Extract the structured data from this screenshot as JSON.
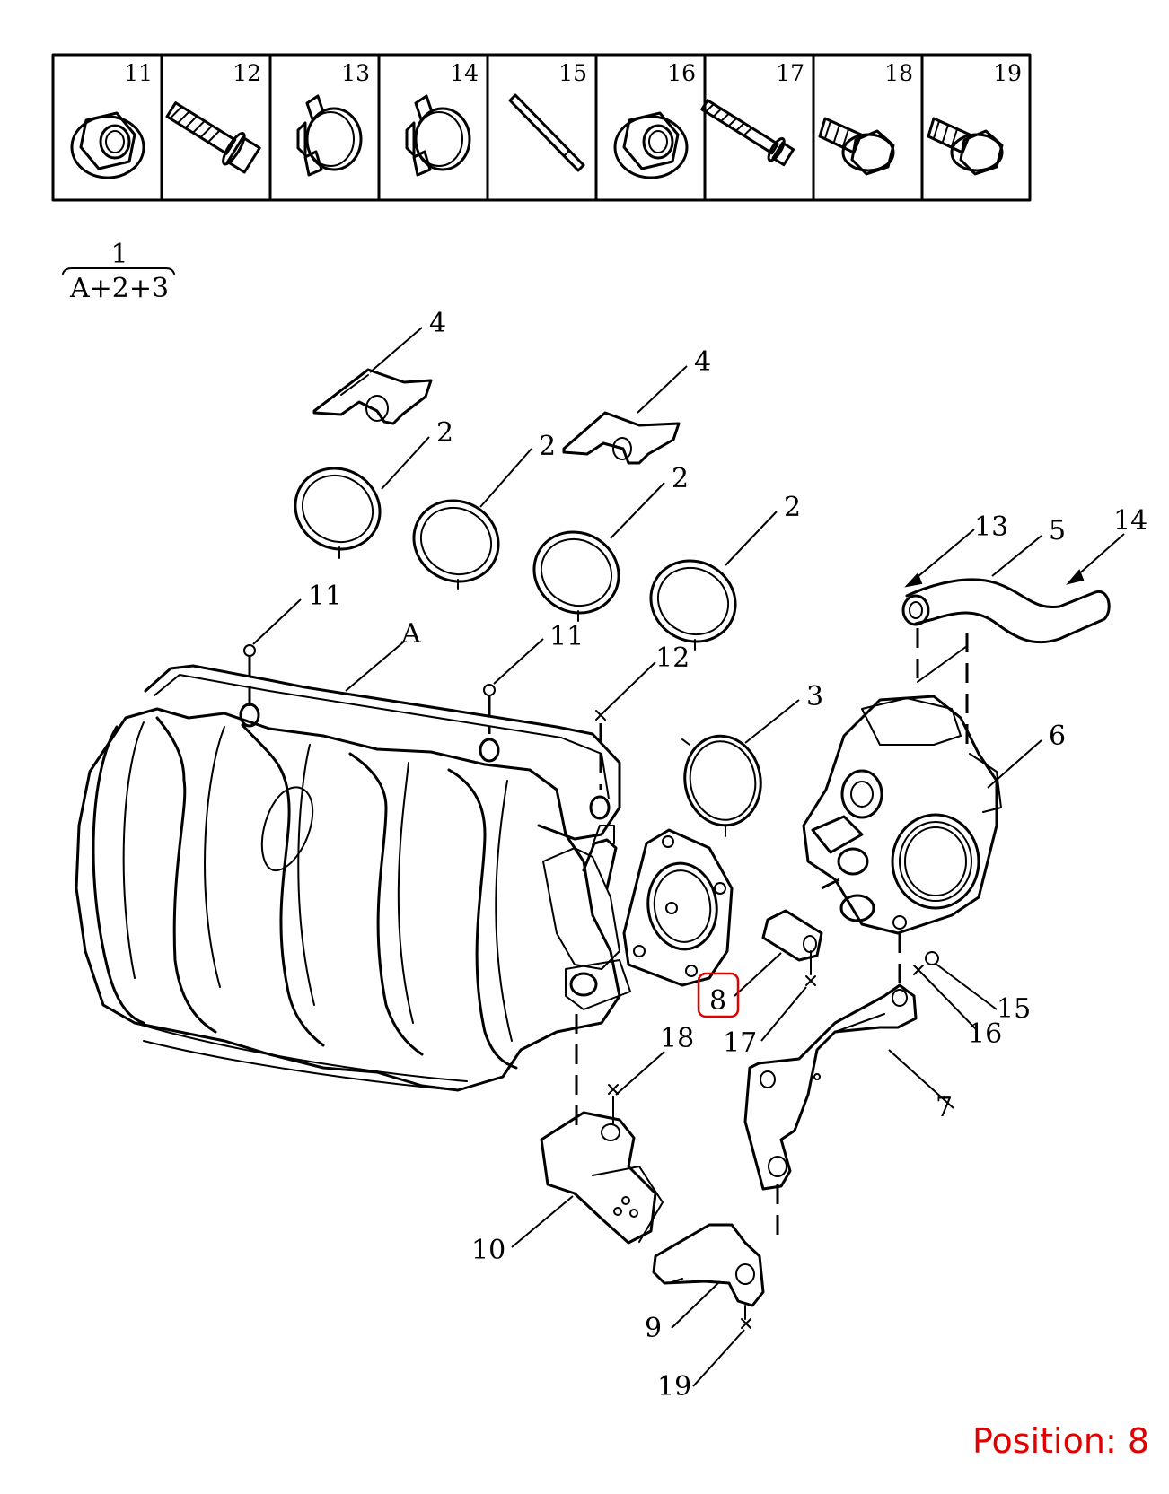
{
  "header_parts": [
    {
      "num": "11",
      "icon": "flange-nut-icon"
    },
    {
      "num": "12",
      "icon": "bolt-icon"
    },
    {
      "num": "13",
      "icon": "hose-clamp-icon"
    },
    {
      "num": "14",
      "icon": "hose-clamp-icon"
    },
    {
      "num": "15",
      "icon": "pin-icon"
    },
    {
      "num": "16",
      "icon": "flange-nut-icon"
    },
    {
      "num": "17",
      "icon": "long-bolt-icon"
    },
    {
      "num": "18",
      "icon": "hex-bolt-icon"
    },
    {
      "num": "19",
      "icon": "hex-bolt-icon"
    }
  ],
  "assembly_note": {
    "top": "1",
    "bottom": "A+2+3"
  },
  "labels": {
    "l4a": "4",
    "l4b": "4",
    "l2a": "2",
    "l2b": "2",
    "l2c": "2",
    "l2d": "2",
    "l11a": "11",
    "l11b": "11",
    "lA": "A",
    "l12": "12",
    "l3": "3",
    "l13": "13",
    "l5": "5",
    "l14": "14",
    "l6": "6",
    "l8": "8",
    "l17": "17",
    "l15": "15",
    "l16": "16",
    "l7": "7",
    "l18": "18",
    "l10": "10",
    "l9": "9",
    "l19": "19"
  },
  "highlight": {
    "part": "8",
    "color": "#e00000"
  },
  "position_text": "Position: 8"
}
